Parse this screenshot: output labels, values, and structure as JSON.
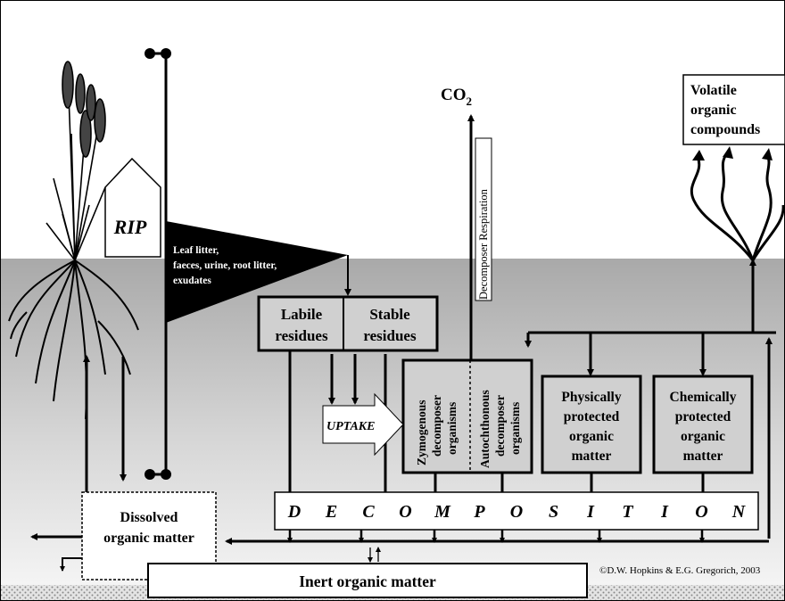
{
  "labels": {
    "rip": "RIP",
    "litter": [
      "Leaf litter,",
      "faeces, urine, root litter,",
      "exudates"
    ],
    "co2_main": "CO",
    "co2_sub": "2",
    "respiration": "Decomposer Respiration",
    "volatile": [
      "Volatile",
      "organic",
      "compounds"
    ],
    "labile": [
      "Labile",
      "residues"
    ],
    "stable": [
      "Stable",
      "residues"
    ],
    "zymogenous": [
      "Zymogenous",
      "decomposer",
      "organisms"
    ],
    "autochthonous": [
      "Autochthonous",
      "decomposer",
      "organisms"
    ],
    "physical": [
      "Physically",
      "protected",
      "organic",
      "matter"
    ],
    "chemical": [
      "Chemically",
      "protected",
      "organic",
      "matter"
    ],
    "uptake": "UPTAKE",
    "decomposition_letters": [
      "D",
      "E",
      "C",
      "O",
      "M",
      "P",
      "O",
      "S",
      "I",
      "T",
      "I",
      "O",
      "N"
    ],
    "dissolved": [
      "Dissolved",
      "organic matter"
    ],
    "inert": "Inert organic matter",
    "copyright": "©D.W. Hopkins & E.G. Gregorich, 2003"
  },
  "colors": {
    "soil_top": "#a8a8a8",
    "soil_bottom": "#f2f2f2",
    "ink": "#000000",
    "paper": "#ffffff"
  }
}
